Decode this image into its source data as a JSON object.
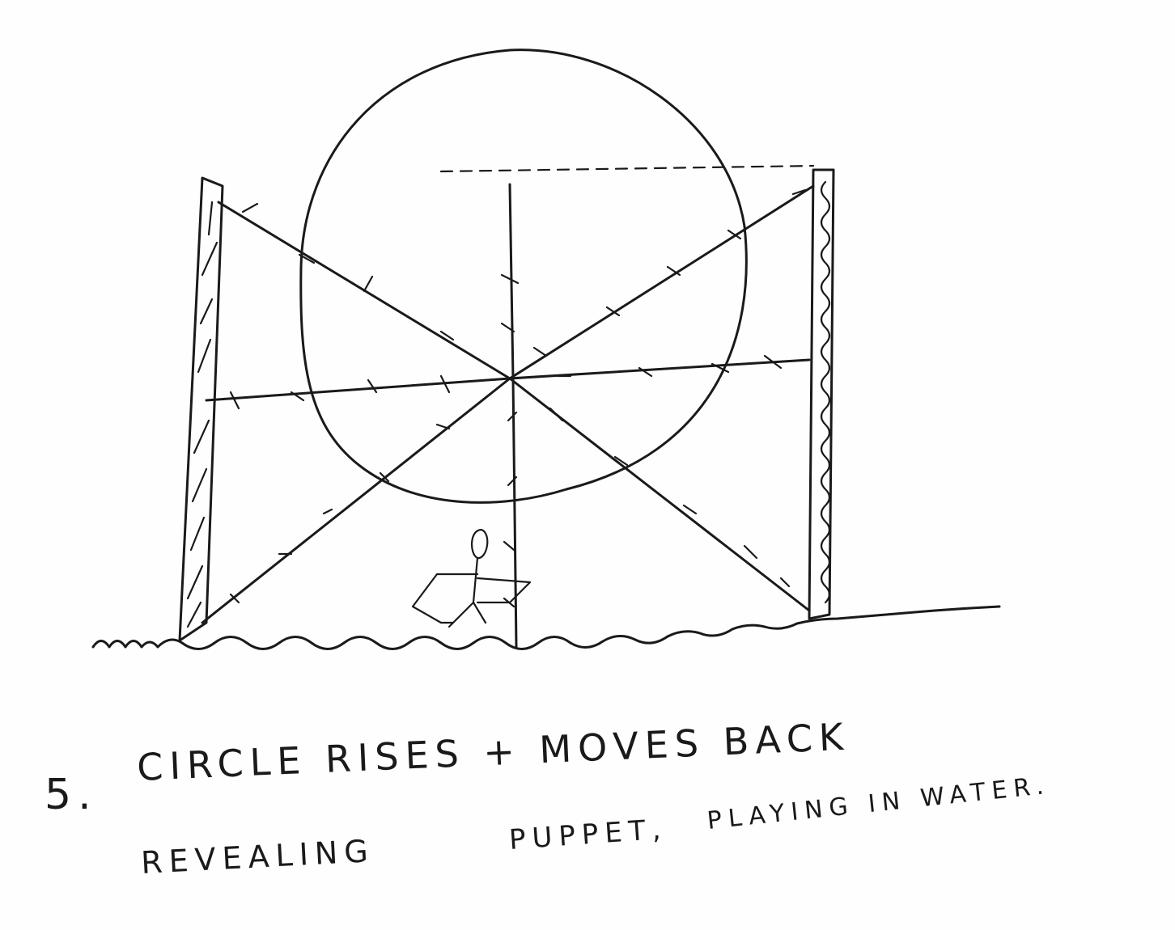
{
  "sketch": {
    "step_number": "5.",
    "caption_line1": "CIRCLE RISES + MOVES BACK",
    "caption_line2_a": "REVEALING",
    "caption_line2_b": "PUPPET,",
    "caption_line2_c": "PLAYING IN WATER.",
    "ink_color": "#1a1a1a",
    "paper_color": "#fefefe"
  }
}
